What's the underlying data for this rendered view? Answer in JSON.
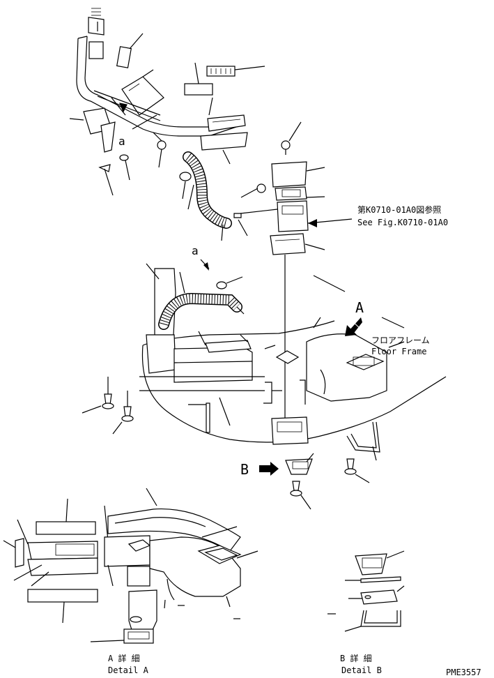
{
  "labels": {
    "ref_jp": "第K0710-01A0図参照",
    "ref_en": "See Fig.K0710-01A0",
    "floor_jp": "フロアフレーム",
    "floor_en": "Floor Frame",
    "arrow_a": "A",
    "arrow_b": "B",
    "mark_a_top": "a",
    "mark_a_mid": "a",
    "detail_a_jp": "A 詳 細",
    "detail_a_en": "Detail A",
    "detail_b_jp": "B 詳 細",
    "detail_b_en": "Detail B",
    "drawing_no": "PME3557"
  }
}
